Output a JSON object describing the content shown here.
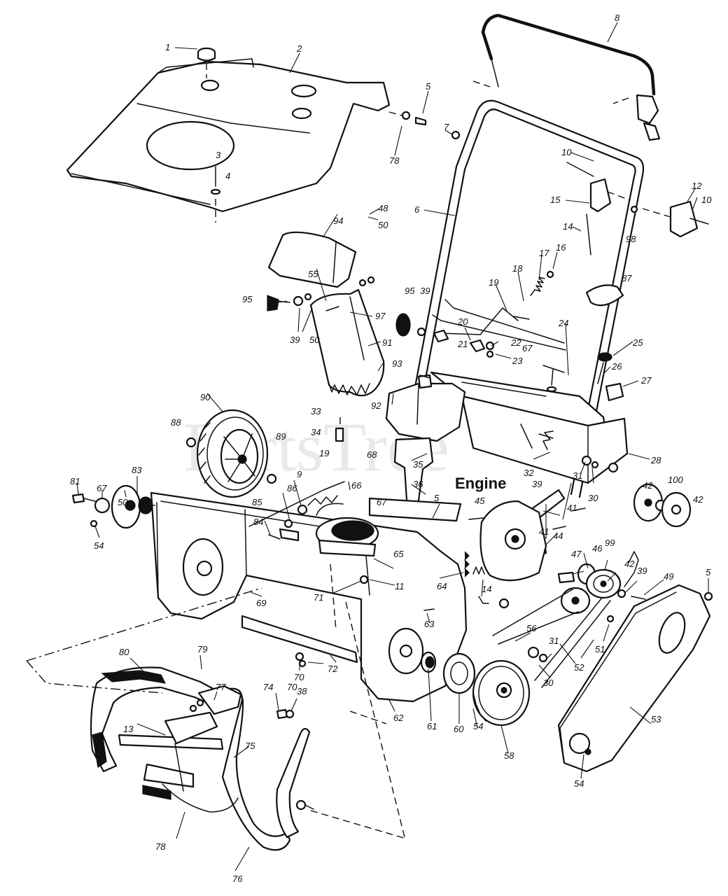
{
  "watermark": "PartsTree",
  "engine_label": "Engine",
  "callouts": {
    "c1": "1",
    "c2": "2",
    "c3": "3",
    "c4": "4",
    "c5a": "5",
    "c5b": "5",
    "c5c": "5",
    "c6": "6",
    "c7": "7",
    "c8": "8",
    "c9": "9",
    "c10a": "10",
    "c10b": "10",
    "c11": "11",
    "c12": "12",
    "c13": "13",
    "c14a": "14",
    "c14b": "14",
    "c15": "15",
    "c16": "16",
    "c17": "17",
    "c18": "18",
    "c19a": "19",
    "c19b": "19",
    "c20": "20",
    "c21": "21",
    "c22": "22",
    "c23": "23",
    "c24": "24",
    "c25": "25",
    "c26": "26",
    "c27": "27",
    "c28": "28",
    "c30a": "30",
    "c30b": "30",
    "c31a": "31",
    "c31b": "31",
    "c32": "32",
    "c33": "33",
    "c34": "34",
    "c35": "35",
    "c36": "36",
    "c38": "38",
    "c39a": "39",
    "c39b": "39",
    "c39c": "39",
    "c39d": "39",
    "c41a": "41",
    "c41b": "41",
    "c42a": "42",
    "c42b": "42",
    "c42c": "42",
    "c44": "44",
    "c45": "45",
    "c46": "46",
    "c47": "47",
    "c48": "48",
    "c49": "49",
    "c50a": "50",
    "c50b": "50",
    "c50c": "50",
    "c51": "51",
    "c52": "52",
    "c53": "53",
    "c54a": "54",
    "c54b": "54",
    "c54c": "54",
    "c55": "55",
    "c56": "56",
    "c58": "58",
    "c60": "60",
    "c61": "61",
    "c62": "62",
    "c63": "63",
    "c64": "64",
    "c65": "65",
    "c66": "66",
    "c67a": "67",
    "c67b": "67",
    "c67c": "67",
    "c68": "68",
    "c69": "69",
    "c70a": "70",
    "c70b": "70",
    "c71": "71",
    "c72": "72",
    "c74": "74",
    "c75": "75",
    "c76": "76",
    "c77": "77",
    "c78a": "78",
    "c78b": "78",
    "c79": "79",
    "c80": "80",
    "c81": "81",
    "c83": "83",
    "c84": "84",
    "c85": "85",
    "c86": "86",
    "c87": "87",
    "c88": "88",
    "c89": "89",
    "c90": "90",
    "c91": "91",
    "c92": "92",
    "c93": "93",
    "c94": "94",
    "c95a": "95",
    "c95b": "95",
    "c97": "97",
    "c98": "98",
    "c99": "99",
    "c100": "100"
  }
}
